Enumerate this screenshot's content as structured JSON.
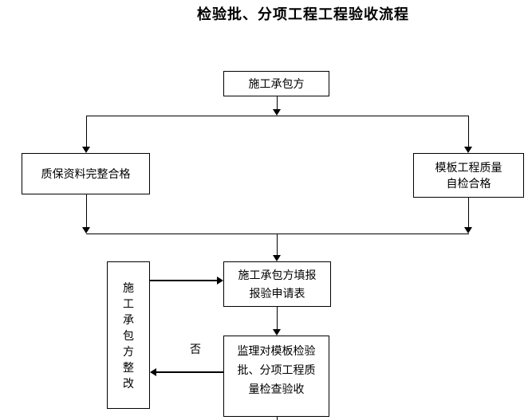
{
  "title": "检验批、分项工程工程验收流程",
  "nodes": {
    "contractor": {
      "lines": [
        "施工承包方"
      ]
    },
    "qa_docs": {
      "lines": [
        "质保资料完整合格"
      ]
    },
    "formwork_quality": {
      "lines": [
        "模板工程质量",
        "自检合格"
      ]
    },
    "apply_form": {
      "lines": [
        "施工承包方填报",
        "报验申请表"
      ]
    },
    "rectify": {
      "text_vertical": "施工承包方整改"
    },
    "supervision_check": {
      "lines": [
        "监理对模板检验",
        "批、分项工程质",
        "量检查验收"
      ]
    }
  },
  "edge_labels": {
    "no": "否"
  },
  "colors": {
    "line": "#000000",
    "text": "#000000",
    "background": "#ffffff"
  }
}
